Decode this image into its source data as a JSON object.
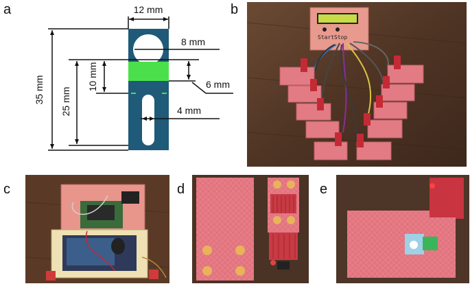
{
  "panels": {
    "a": "a",
    "b": "b",
    "c": "c",
    "d": "d",
    "e": "e"
  },
  "dimensions": {
    "width_top": "12 mm",
    "hole": "8 mm",
    "total_height": "35 mm",
    "sensor_height": "25 mm",
    "pad_height": "10 mm",
    "pad_gap": "6 mm",
    "slot_width": "4 mm"
  },
  "device_labels": {
    "start": "Start",
    "stop": "Stop"
  },
  "colors": {
    "sensor_blue": "#1f5a78",
    "pad_green": "#4be04b",
    "print_pink": "#e8838a",
    "wood": "#5a3a26"
  }
}
